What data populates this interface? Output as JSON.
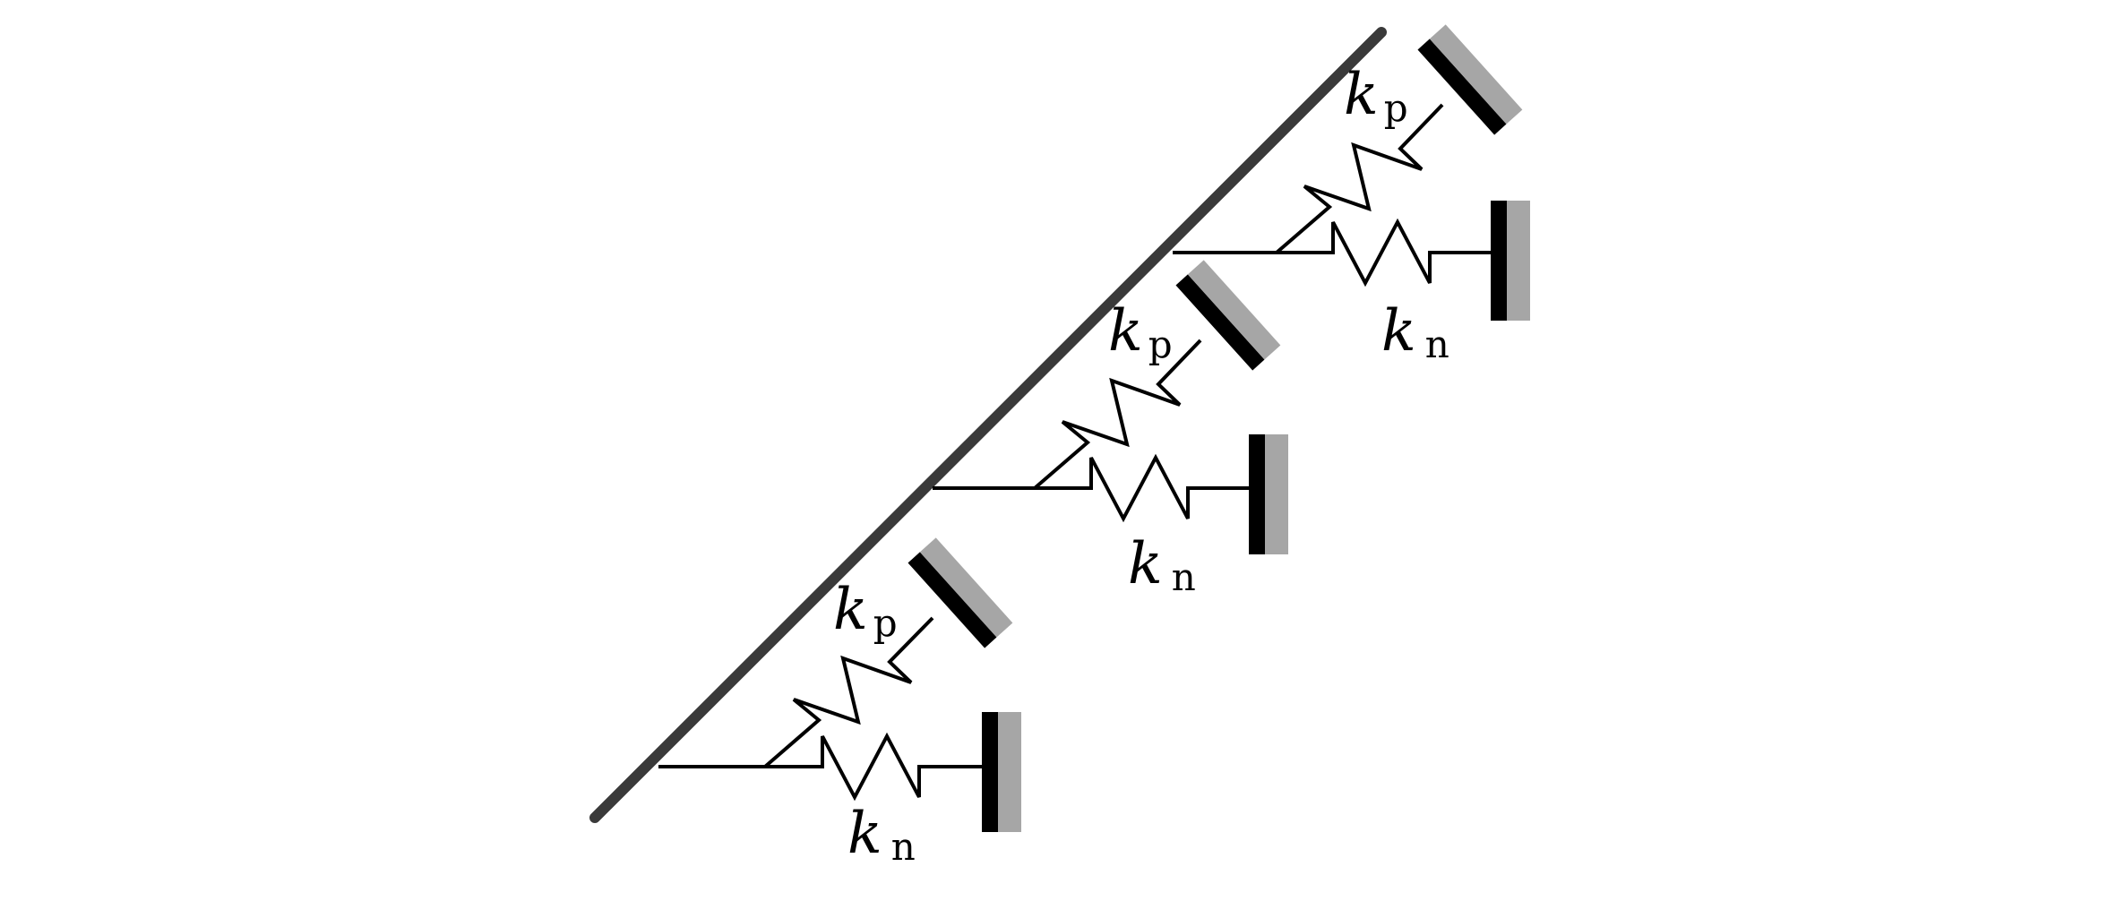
{
  "colors": {
    "beam": "#3a3a3a",
    "spring": "#000000",
    "wall_dark": "#000000",
    "wall_light": "#a6a6a6",
    "background": "#ffffff"
  },
  "nodes": [
    {
      "kp": {
        "k": "k",
        "sub": "p"
      },
      "kn": {
        "k": "k",
        "sub": "n"
      }
    },
    {
      "kp": {
        "k": "k",
        "sub": "p"
      },
      "kn": {
        "k": "k",
        "sub": "n"
      }
    },
    {
      "kp": {
        "k": "k",
        "sub": "p"
      },
      "kn": {
        "k": "k",
        "sub": "n"
      }
    }
  ]
}
